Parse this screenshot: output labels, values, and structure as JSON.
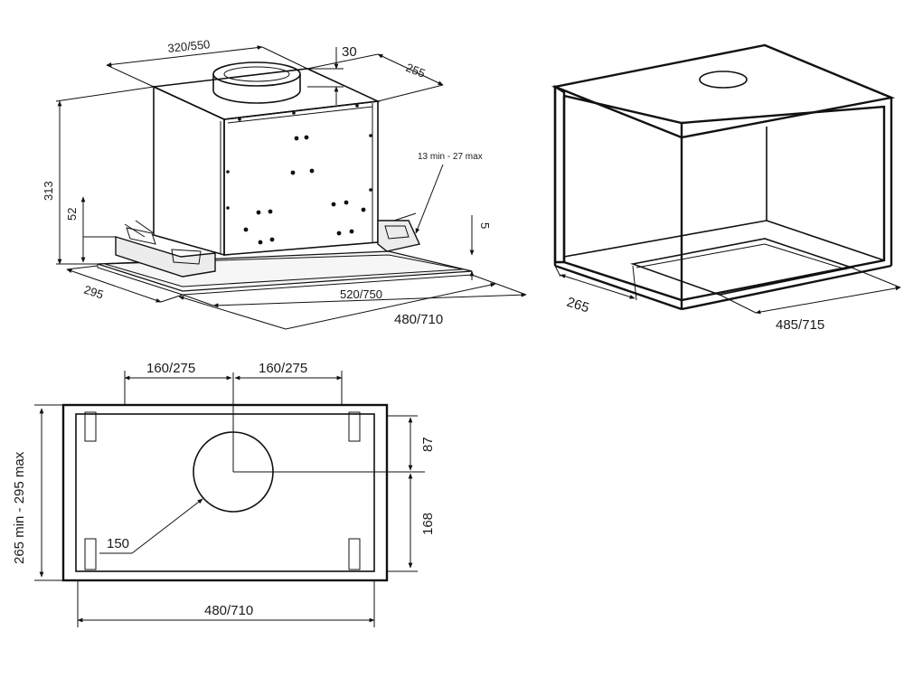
{
  "hood_view": {
    "width_top": "320/550",
    "top_offset": "30",
    "depth_top": "255",
    "height_total": "313",
    "height_panel": "52",
    "adjust_range": "13 min - 27 max",
    "step": "5",
    "depth_base": "295",
    "width_body": "520/750",
    "width_base": "480/710"
  },
  "cabinet_view": {
    "depth": "265",
    "width": "485/715"
  },
  "cutout_view": {
    "half_width_left": "160/275",
    "half_width_right": "160/275",
    "depth_range": "265 min - 295 max",
    "offset_top": "87",
    "offset_bottom": "168",
    "duct_diameter": "150",
    "width": "480/710"
  }
}
